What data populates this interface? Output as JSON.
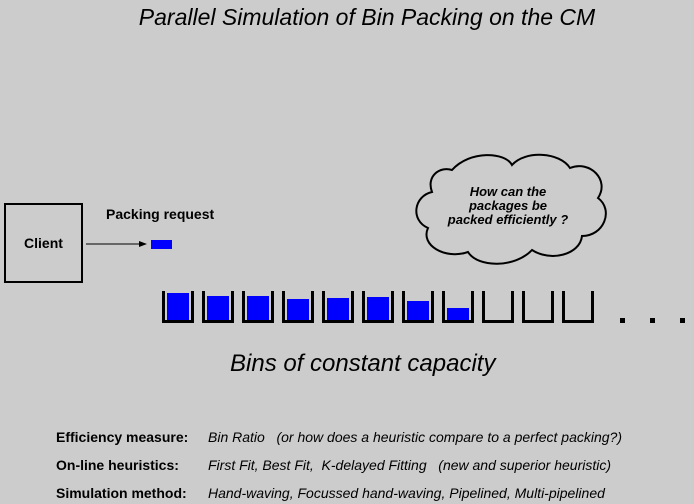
{
  "title": "Parallel Simulation of Bin Packing on the CM",
  "client": {
    "label": "Client"
  },
  "request": {
    "label": "Packing request"
  },
  "cloud": {
    "lines": [
      "How can the",
      "packages be",
      "packed efficiently ?"
    ]
  },
  "bins": {
    "fill_levels": [
      0.92,
      0.82,
      0.82,
      0.72,
      0.77,
      0.8,
      0.67,
      0.4,
      0,
      0,
      0
    ],
    "caption": "Bins of constant capacity"
  },
  "colors": {
    "background": "#cccccc",
    "package": "#0000ff"
  },
  "rows": [
    {
      "label": "Efficiency measure:",
      "value": "Bin Ratio   (or how does a heuristic compare to a perfect packing?)"
    },
    {
      "label": "On-line heuristics:",
      "value": "First Fit, Best Fit,  K-delayed Fitting   (new and superior heuristic)"
    },
    {
      "label": "Simulation method:",
      "value": "Hand-waving, Focussed hand-waving, Pipelined, Multi-pipelined"
    }
  ]
}
